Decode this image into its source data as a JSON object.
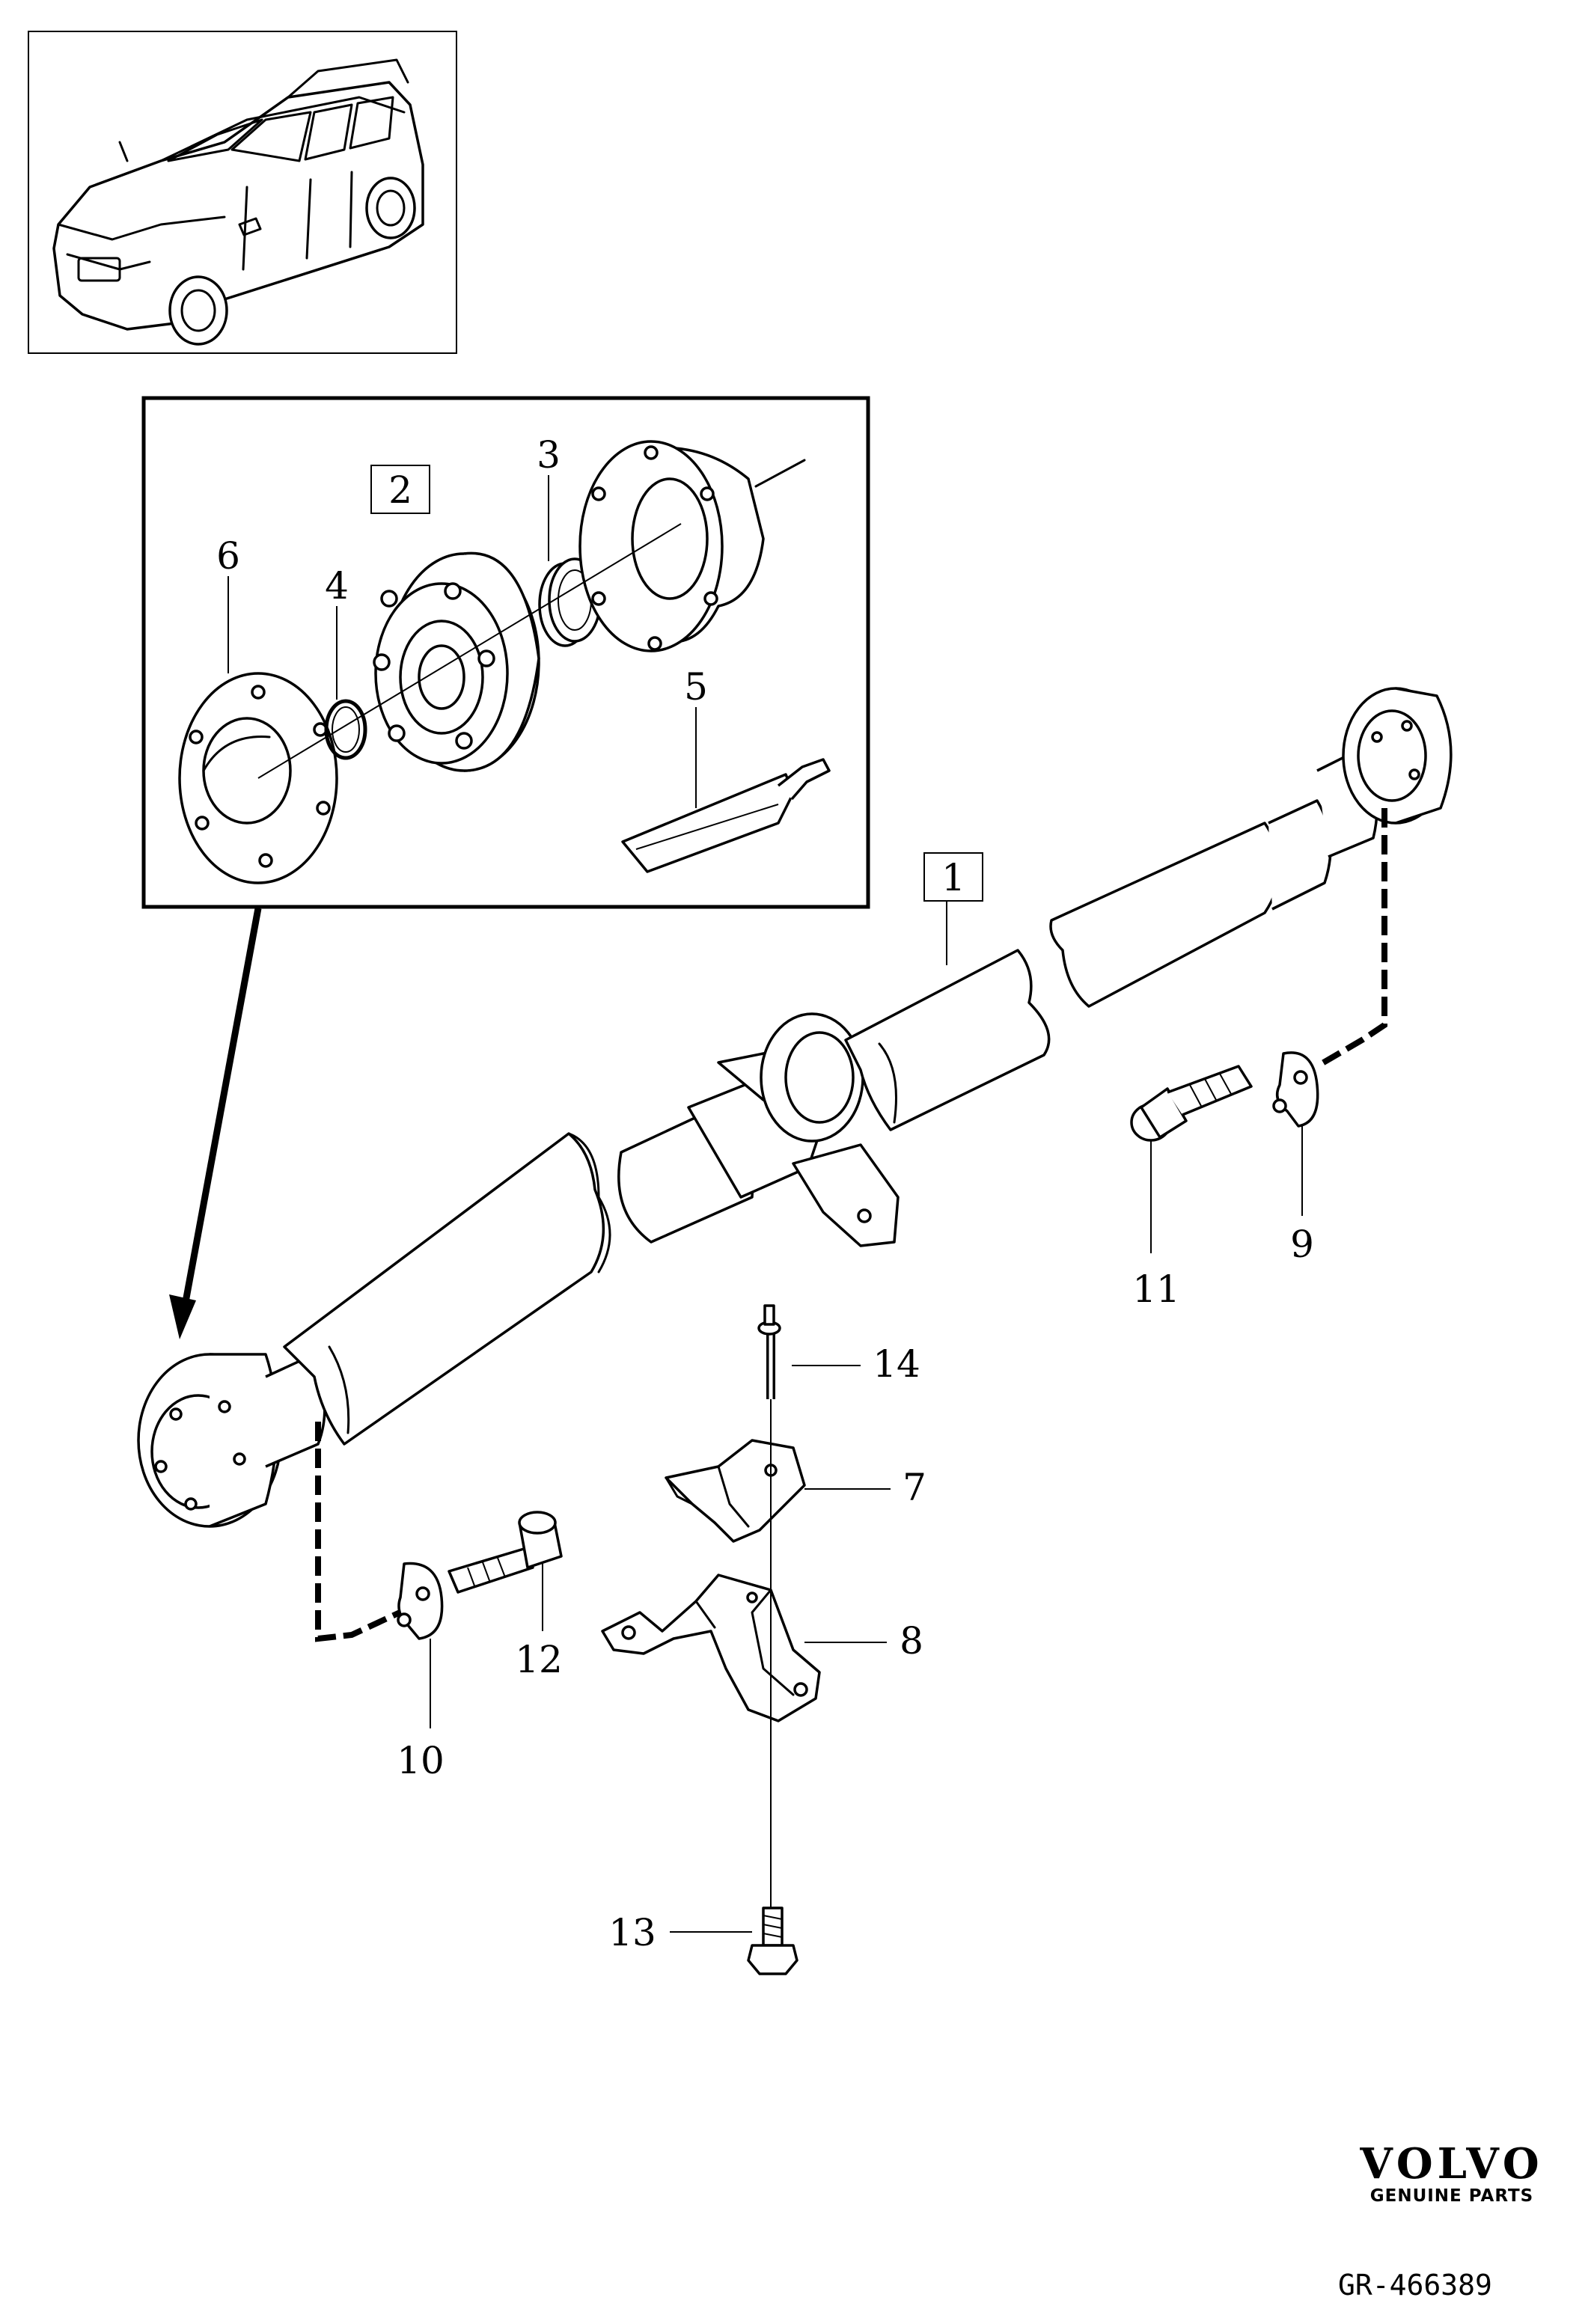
{
  "callouts": {
    "c1": "1",
    "c2": "2",
    "c3": "3",
    "c4": "4",
    "c5": "5",
    "c6": "6",
    "c7": "7",
    "c8": "8",
    "c9": "9",
    "c10": "10",
    "c11": "11",
    "c12": "12",
    "c13": "13",
    "c14": "14"
  },
  "footer": {
    "brand": "VOLVO",
    "brand_sub": "GENUINE PARTS",
    "diagram_id": "GR-466389"
  }
}
